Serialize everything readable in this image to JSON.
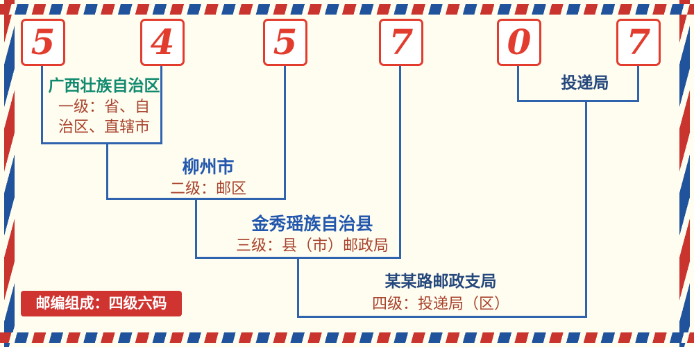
{
  "postal_code": {
    "digits": [
      "5",
      "4",
      "5",
      "7",
      "0",
      "7"
    ]
  },
  "levels": {
    "level1": {
      "place": "广西壮族自治区",
      "desc_line1": "一级：省、自",
      "desc_line2": "治区、直辖市"
    },
    "level2": {
      "place": "柳州市",
      "desc": "二级：邮区"
    },
    "level3": {
      "place": "金秀瑶族自治县",
      "desc": "三级：县（市）邮政局"
    },
    "level4": {
      "place": "某某路邮政支局",
      "desc": "四级：投递局（区）"
    },
    "delivery": {
      "label": "投递局"
    }
  },
  "footer": {
    "badge": "邮编组成：四级六码"
  },
  "colors": {
    "background": "#fffdf0",
    "digit_red": "#e23c2e",
    "line_blue": "#2f63ae",
    "stripe_red": "#c9342e",
    "stripe_blue": "#20539b",
    "place_green": "#108a6e",
    "place_blue": "#2257ad",
    "place_navy": "#24477c",
    "desc_brown": "#a8442e",
    "badge_red": "#cf3430"
  }
}
